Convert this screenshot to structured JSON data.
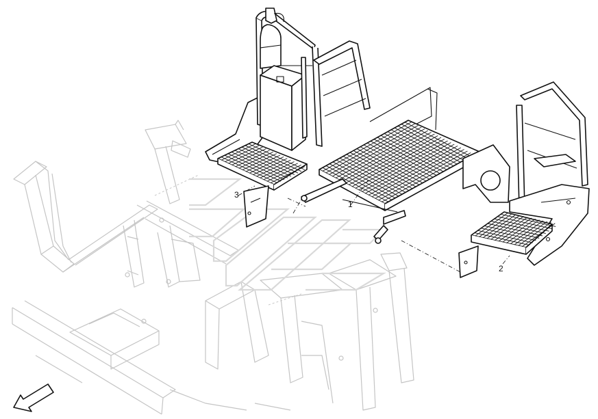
{
  "callouts": {
    "part_1": "1",
    "part_2": "2",
    "part_3": "3"
  },
  "colors": {
    "line": "#111111",
    "frame": "#c4c4c4",
    "watermark": "#d9d9d9",
    "background": "#ffffff"
  },
  "icons": {
    "direction_arrow": "front-direction-arrow-icon"
  }
}
